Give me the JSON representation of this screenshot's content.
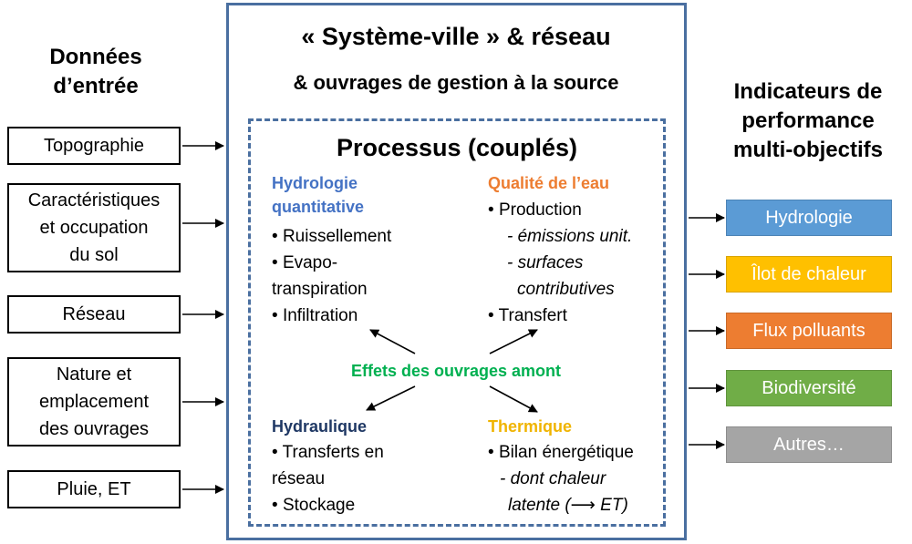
{
  "left": {
    "heading": "Données\nd’entrée",
    "inputs": [
      "Topographie",
      "Caractéristiques\net occupation\ndu sol",
      "Réseau",
      "Nature et\nemplacement\ndes ouvrages",
      "Pluie, ET"
    ]
  },
  "center": {
    "title_line1": "« Système-ville » & réseau",
    "title_line2": "& ouvrages de gestion à la source",
    "processes_title": "Processus (couplés)",
    "hydrologie": {
      "title": "Hydrologie\nquantitative",
      "color": "#4472c4",
      "items": [
        "Ruissellement",
        "Evapo-",
        "transpiration",
        "Infiltration"
      ]
    },
    "qualite": {
      "title": "Qualité de l’eau",
      "color": "#ed7d31",
      "items": [
        "Production",
        "Transfert"
      ],
      "subitems": [
        "- émissions unit.",
        "- surfaces",
        "contributives"
      ]
    },
    "effets": {
      "label": "Effets des ouvrages amont",
      "color": "#00b050"
    },
    "hydraulique": {
      "title": "Hydraulique",
      "color": "#1f3864",
      "items": [
        "Transferts en",
        "réseau",
        "Stockage"
      ]
    },
    "thermique": {
      "title": "Thermique",
      "color": "#f0b400",
      "items": [
        "Bilan énergétique"
      ],
      "subitems": [
        "- dont chaleur",
        "latente (⟶ ET)"
      ]
    },
    "bullet": "•"
  },
  "right": {
    "heading": "Indicateurs de\nperformance\nmulti-objectifs",
    "outputs": [
      {
        "label": "Hydrologie",
        "color": "#5b9bd5"
      },
      {
        "label": "Îlot de chaleur",
        "color": "#ffc000"
      },
      {
        "label": "Flux polluants",
        "color": "#ed7d31"
      },
      {
        "label": "Biodiversité",
        "color": "#70ad47"
      },
      {
        "label": "Autres…",
        "color": "#a5a5a5"
      }
    ]
  }
}
